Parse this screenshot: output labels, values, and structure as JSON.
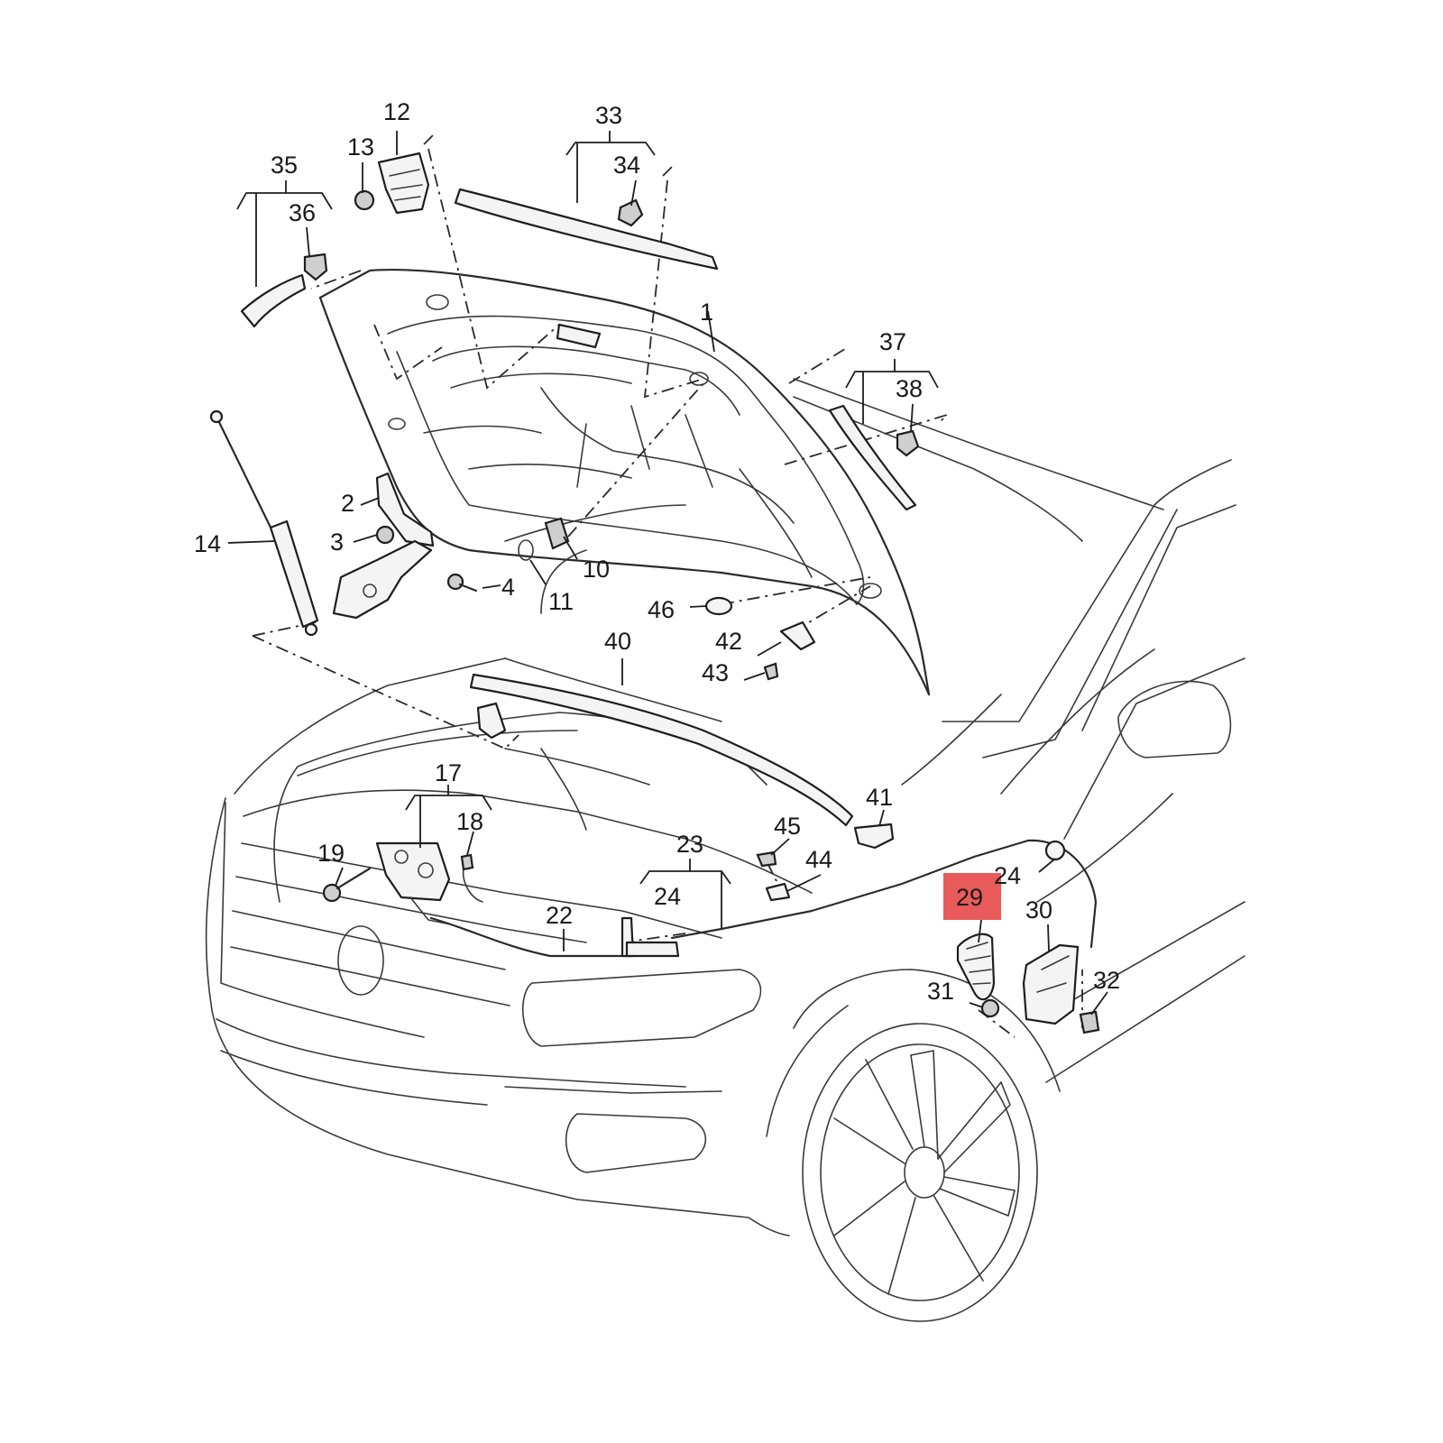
{
  "highlight_color": "#e95a5a",
  "callouts": {
    "c1": "1",
    "c2": "2",
    "c3": "3",
    "c4": "4",
    "c10": "10",
    "c11": "11",
    "c12": "12",
    "c13": "13",
    "c14": "14",
    "c17": "17",
    "c18": "18",
    "c19": "19",
    "c22": "22",
    "c23": "23",
    "c24a": "24",
    "c24b": "24",
    "c29": "29",
    "c30": "30",
    "c31": "31",
    "c32": "32",
    "c33": "33",
    "c34": "34",
    "c35": "35",
    "c36": "36",
    "c37": "37",
    "c38": "38",
    "c40": "40",
    "c41": "41",
    "c42": "42",
    "c43": "43",
    "c44": "44",
    "c45": "45",
    "c46": "46"
  }
}
